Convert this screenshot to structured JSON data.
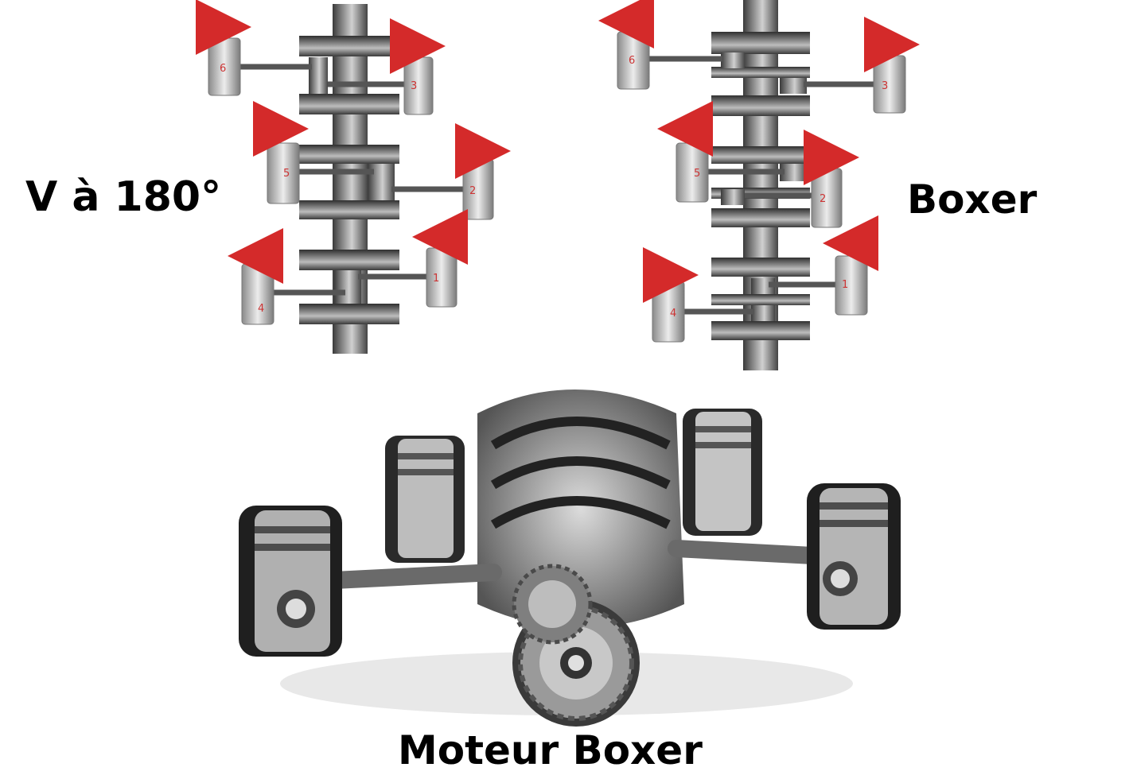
{
  "labels": {
    "left_diagram": "V à 180°",
    "right_diagram": "Boxer",
    "bottom_caption": "Moteur Boxer"
  },
  "pistons": {
    "numbers": [
      "6",
      "3",
      "5",
      "2",
      "4",
      "1"
    ]
  },
  "colors": {
    "arrow": "#d42a2a",
    "piston_number": "#cc3333",
    "crank_metal": "#6e6e6e",
    "text": "#000000"
  }
}
